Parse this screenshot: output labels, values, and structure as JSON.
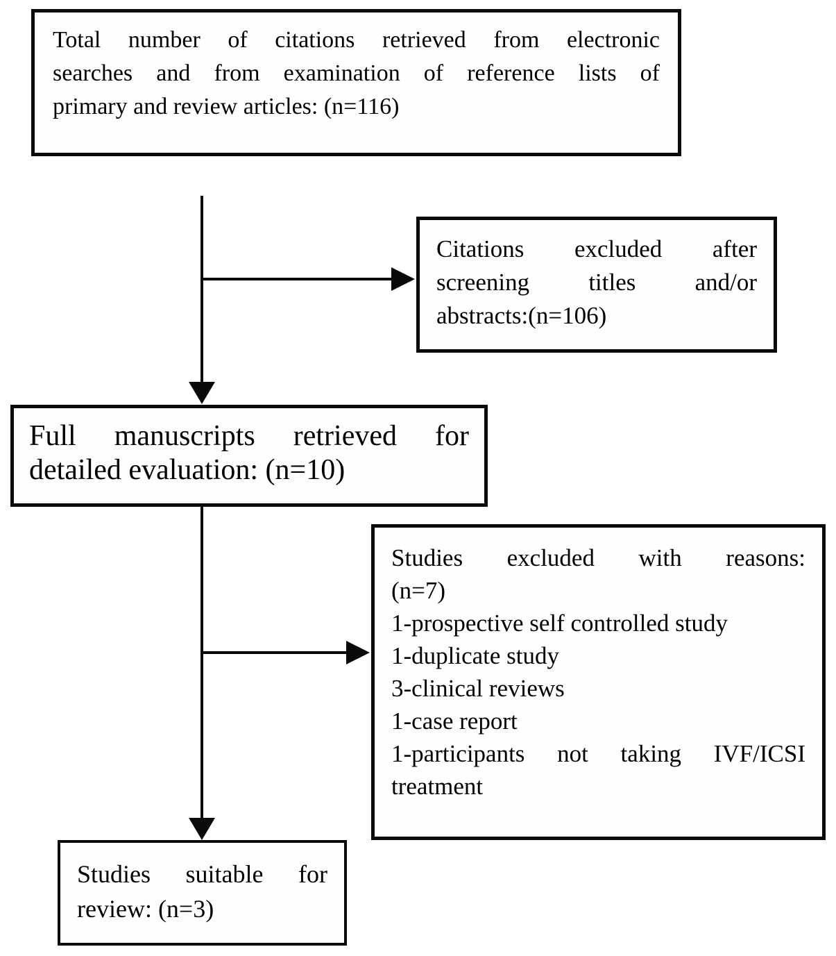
{
  "figure": {
    "type": "flowchart",
    "background_color": "#ffffff",
    "line_color": "#0a0a0a",
    "text_color": "#000000"
  },
  "counts": {
    "citations_retrieved": 116,
    "excluded_after_screening": 106,
    "full_manuscripts_retrieved": 10,
    "excluded_with_reasons": 7,
    "suitable_for_review": 3
  },
  "boxes": {
    "total_citations": {
      "lines": [
        "Total number of citations retrieved from electronic",
        "searches and from examination of reference lists of",
        "primary and review articles: (n=116)"
      ]
    },
    "citations_excluded": {
      "lines": [
        "Citations excluded after",
        "screening titles and/or",
        "abstracts:(n=106)"
      ]
    },
    "full_manuscripts": {
      "lines": [
        "Full manuscripts retrieved for",
        "detailed evaluation: (n=10)"
      ]
    },
    "studies_excluded": {
      "lines": [
        "Studies excluded with reasons:",
        "(n=7)",
        "1-prospective self controlled study",
        "1-duplicate study",
        "3-clinical reviews",
        "1-case report",
        "1-participants not taking IVF/ICSI",
        "treatment"
      ]
    },
    "studies_suitable": {
      "lines": [
        "Studies suitable for",
        "review: (n=3)"
      ]
    }
  }
}
